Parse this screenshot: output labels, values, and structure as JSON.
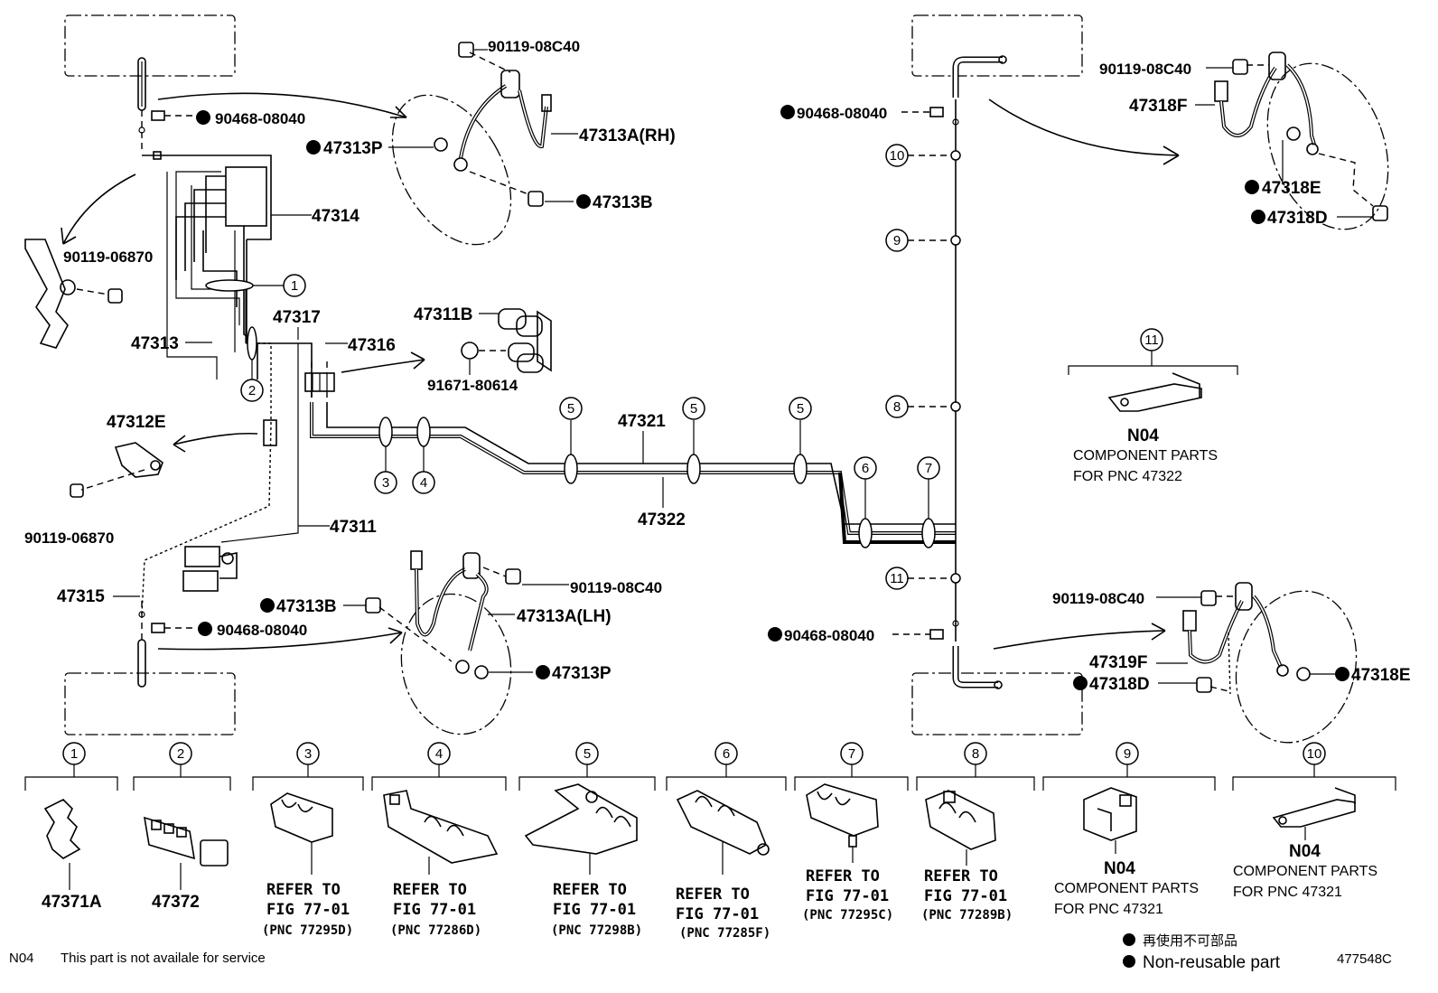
{
  "parts": {
    "p90119_08C40": "90119-08C40",
    "p90468_08040": "90468-08040",
    "p47313P": "47313P",
    "p47313A_RH": "47313A(RH)",
    "p47313B": "47313B",
    "p47314": "47314",
    "p90119_06870": "90119-06870",
    "p47317": "47317",
    "p47316": "47316",
    "p47313": "47313",
    "p47311B": "47311B",
    "p91671_80614": "91671-80614",
    "p47312E": "47312E",
    "p47321": "47321",
    "p47322": "47322",
    "p47311": "47311",
    "p47315": "47315",
    "p47313A_LH": "47313A(LH)",
    "p47318F": "47318F",
    "p47318E": "47318E",
    "p47318D": "47318D",
    "p47319F": "47319F"
  },
  "callouts": [
    "1",
    "2",
    "3",
    "4",
    "5",
    "6",
    "7",
    "8",
    "9",
    "10",
    "11"
  ],
  "detail11": {
    "n04": "N04",
    "line1": "COMPONENT PARTS",
    "line2": "FOR PNC 47322"
  },
  "legend": [
    {
      "num": "1",
      "label": "47371A"
    },
    {
      "num": "2",
      "label": "47372"
    },
    {
      "num": "3",
      "l1": "REFER TO",
      "l2": "FIG 77-01",
      "l3": "(PNC 77295D)"
    },
    {
      "num": "4",
      "l1": "REFER TO",
      "l2": "FIG 77-01",
      "l3": "(PNC 77286D)"
    },
    {
      "num": "5",
      "l1": "REFER TO",
      "l2": "FIG 77-01",
      "l3": "(PNC 77298B)"
    },
    {
      "num": "6",
      "l1": "REFER TO",
      "l2": "FIG 77-01",
      "l3": "(PNC 77285F)"
    },
    {
      "num": "7",
      "l1": "REFER TO",
      "l2": "FIG 77-01",
      "l3": "(PNC 77295C)"
    },
    {
      "num": "8",
      "l1": "REFER TO",
      "l2": "FIG 77-01",
      "l3": "(PNC 77289B)"
    },
    {
      "num": "9",
      "n04": "N04",
      "l1": "COMPONENT PARTS",
      "l2": "FOR PNC 47321"
    },
    {
      "num": "10",
      "n04": "N04",
      "l1": "COMPONENT PARTS",
      "l2": "FOR PNC 47321"
    }
  ],
  "footer": {
    "code": "N04",
    "note": "This part is not availale for service",
    "jp": "再使用不可部品",
    "en": "Non-reusable part",
    "illus": "477548C"
  }
}
